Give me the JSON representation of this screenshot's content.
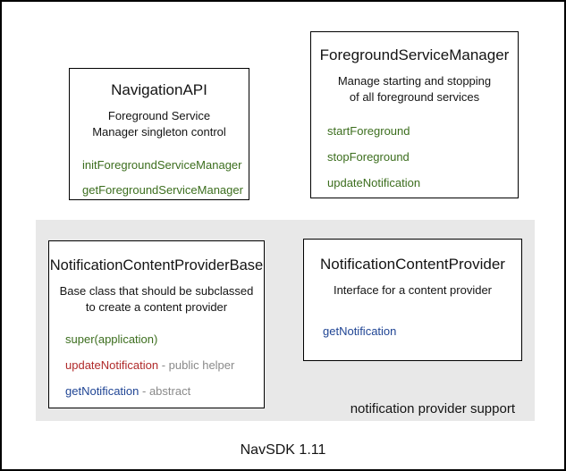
{
  "colors": {
    "green": "#3c6e1e",
    "red": "#b02a2a",
    "blue": "#1f4494",
    "gray": "#8a8a8a",
    "panel_bg": "#e8e8e8",
    "border": "#000000"
  },
  "boxes": {
    "navigation_api": {
      "title": "NavigationAPI",
      "description_line1": "Foreground Service",
      "description_line2": "Manager singleton control",
      "methods": [
        {
          "name": "initForegroundServiceManager",
          "color": "green"
        },
        {
          "name": "getForegroundServiceManager",
          "color": "green"
        }
      ]
    },
    "foreground_service_manager": {
      "title": "ForegroundServiceManager",
      "description_line1": "Manage starting and stopping",
      "description_line2": "of all foreground services",
      "methods": [
        {
          "name": "startForeground",
          "color": "green"
        },
        {
          "name": "stopForeground",
          "color": "green"
        },
        {
          "name": "updateNotification",
          "color": "green"
        }
      ]
    },
    "notification_content_provider_base": {
      "title": "NotificationContentProviderBase",
      "description_line1": "Base class that should be subclassed",
      "description_line2": "to create a content provider",
      "methods": [
        {
          "name": "super(application)",
          "color": "green",
          "suffix": ""
        },
        {
          "name": "updateNotification",
          "color": "red",
          "suffix": " - public helper"
        },
        {
          "name": "getNotification",
          "color": "blue",
          "suffix": " - abstract"
        }
      ]
    },
    "notification_content_provider": {
      "title": "NotificationContentProvider",
      "description_line1": "Interface for a content provider",
      "methods": [
        {
          "name": "getNotification",
          "color": "blue"
        }
      ]
    }
  },
  "group": {
    "label": "notification provider support"
  },
  "caption": "NavSDK 1.11"
}
